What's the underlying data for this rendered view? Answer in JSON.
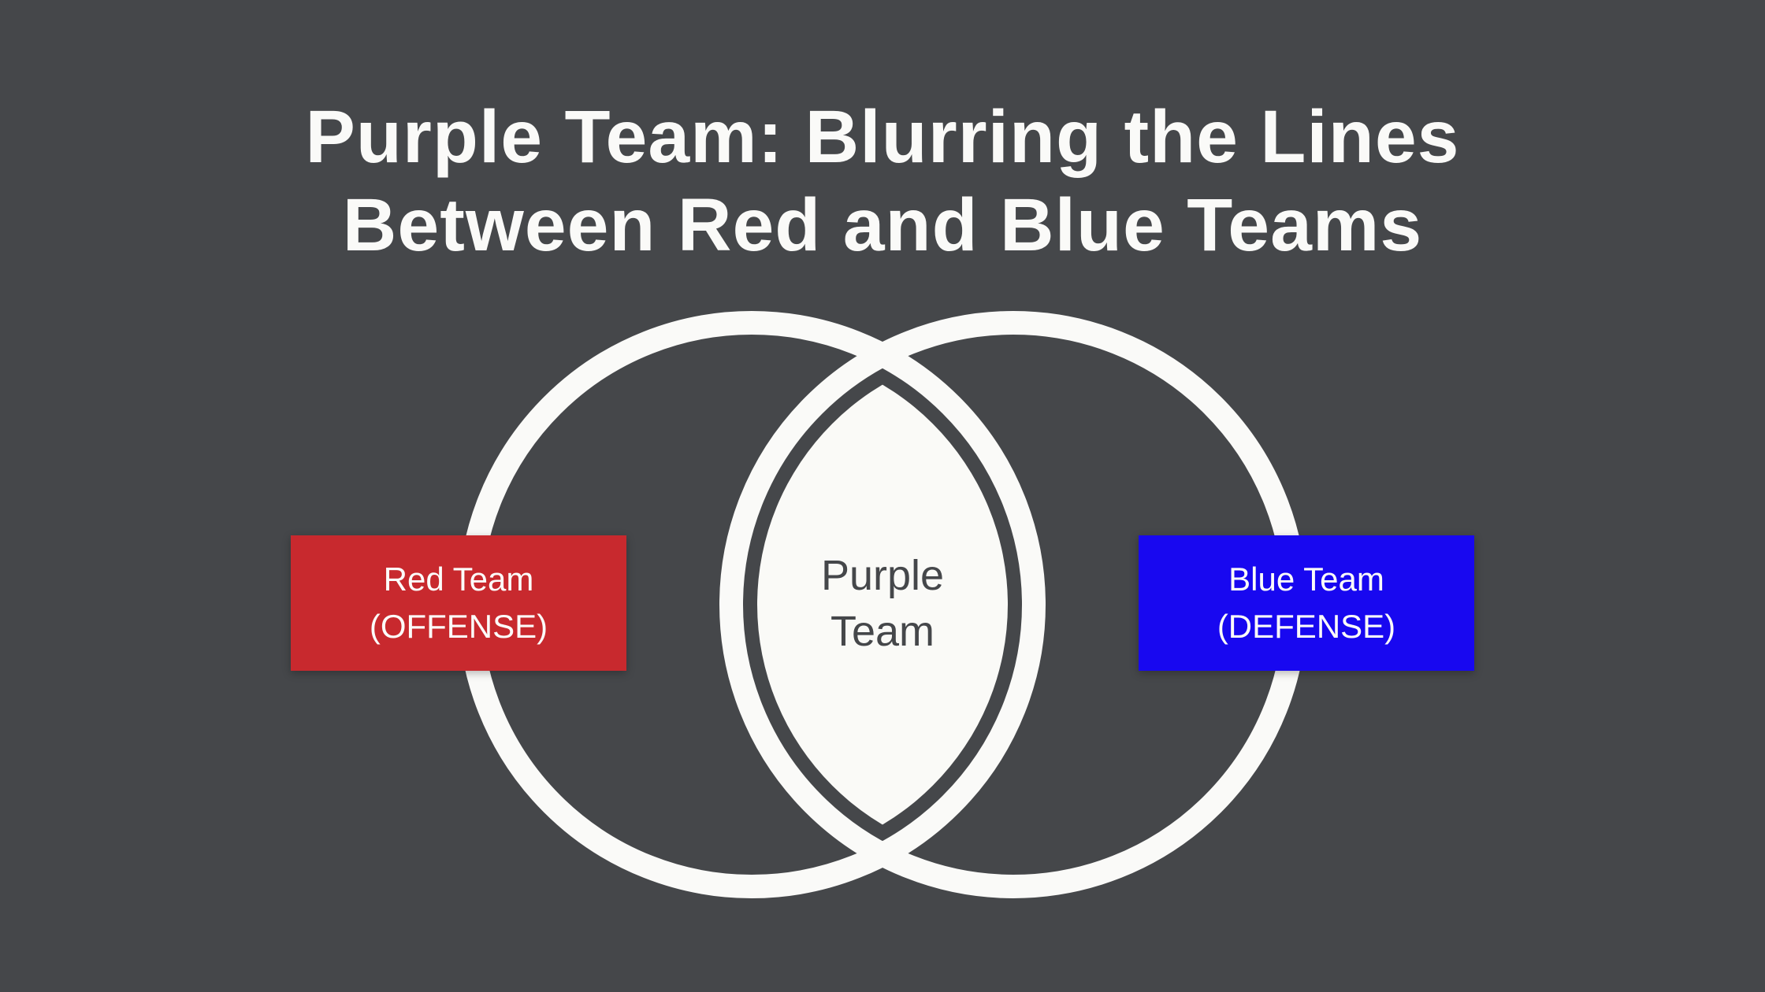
{
  "title": {
    "line1": "Purple Team: Blurring the Lines",
    "line2": "Between Red and Blue Teams"
  },
  "venn": {
    "left_set": {
      "line1": "Red Team",
      "line2": "(OFFENSE)"
    },
    "right_set": {
      "line1": "Blue Team",
      "line2": "(DEFENSE)"
    },
    "intersection": {
      "line1": "Purple",
      "line2": "Team"
    }
  },
  "colors": {
    "background": "#45474A",
    "foreground": "#FAFAF8",
    "circle_stroke": "#FAFAF8",
    "lens_fill": "#FAFAF7",
    "red_team": "#C8292E",
    "blue_team": "#1808F0",
    "box_text": "#FCFCFA",
    "center_text": "#45474A"
  }
}
